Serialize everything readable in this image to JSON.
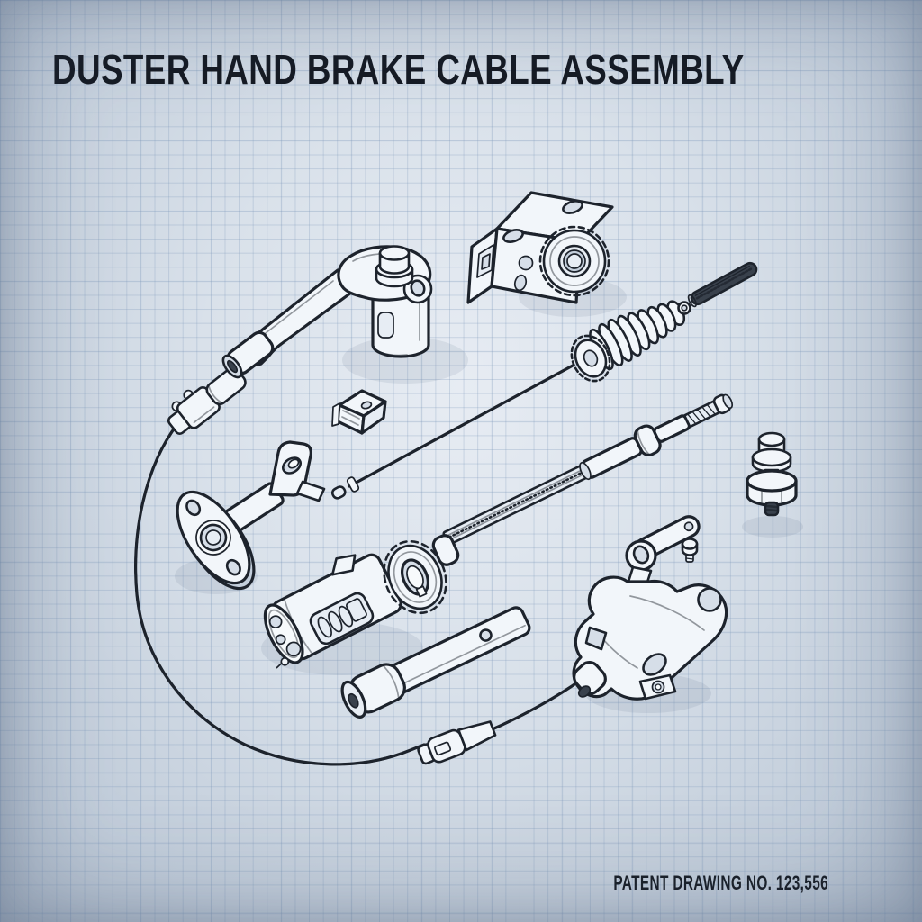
{
  "title": "DUSTER HAND BRAKE CABLE ASSEMBLY",
  "footer": {
    "label": "PATENT DRAWING NO. 123,556"
  },
  "palette": {
    "ink": "#1d232c",
    "paper_center": "#e7ecf3",
    "paper_edge": "#b0bccb",
    "grid_line": "#7d98ba",
    "part_fill_light": "#f2f6fa",
    "part_fill_shade": "#d6dee8",
    "part_fill_dark": "#39414c"
  },
  "parts": [
    {
      "id": "hand-brake-lever",
      "name": "hand brake lever with release button"
    },
    {
      "id": "ratchet-housing-gear",
      "name": "ratchet housing block with gear"
    },
    {
      "id": "spring-worm-gear",
      "name": "return spring with pinion gear and cable rod"
    },
    {
      "id": "knurled-pin",
      "name": "knurled pin"
    },
    {
      "id": "washer",
      "name": "small washer"
    },
    {
      "id": "clamp-block",
      "name": "clamp block"
    },
    {
      "id": "cable-adjuster-rod",
      "name": "threaded cable adjuster rod"
    },
    {
      "id": "standoff-bracket",
      "name": "stand-off bracket with flange"
    },
    {
      "id": "drum-gear-assembly",
      "name": "drum housing with drive gear"
    },
    {
      "id": "handle-grip",
      "name": "handle grip bar"
    },
    {
      "id": "mounting-bracket",
      "name": "cable mounting bracket with lever and bolt"
    },
    {
      "id": "bolt-washer-nut",
      "name": "bolt with washer and hex nut"
    },
    {
      "id": "brake-cable",
      "name": "brake cable loop"
    },
    {
      "id": "cable-ferrule",
      "name": "cable ferrule connector"
    },
    {
      "id": "cable-clevis",
      "name": "cable clevis fitting"
    }
  ]
}
